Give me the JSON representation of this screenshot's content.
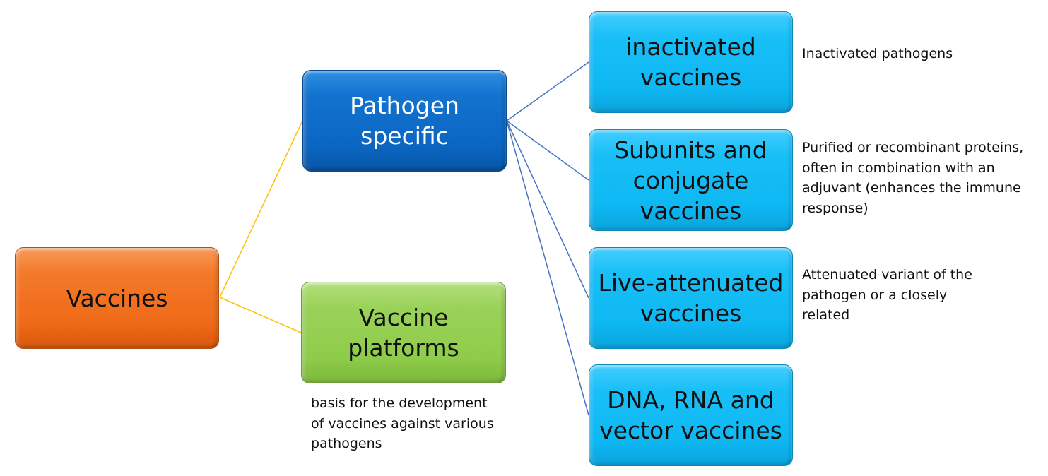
{
  "diagram": {
    "root": {
      "label": "Vaccines",
      "color": "#f37a2a"
    },
    "branches": [
      {
        "id": "pathogen",
        "label": "Pathogen\nspecific",
        "color": "#0b6fc9"
      },
      {
        "id": "platforms",
        "label": "Vaccine\nplatforms",
        "color": "#92d050",
        "description": "basis for the development\nof vaccines against various\npathogens"
      }
    ],
    "vaccine_types": [
      {
        "label": "inactivated\nvaccines",
        "description": "Inactivated pathogens"
      },
      {
        "label": "Subunits and\nconjugate\nvaccines",
        "description": "Purified or recombinant proteins,\noften in combination with an\nadjuvant (enhances the immune\nresponse)"
      },
      {
        "label": "Live-attenuated\nvaccines",
        "description": "Attenuated variant of the\npathogen or a closely\nrelated"
      },
      {
        "label": "DNA, RNA and\nvector vaccines"
      }
    ],
    "colors": {
      "vaccine_type_box": "#0eb8f3",
      "root_connector": "#ffc000",
      "pathogen_connector": "#4472c4"
    }
  }
}
